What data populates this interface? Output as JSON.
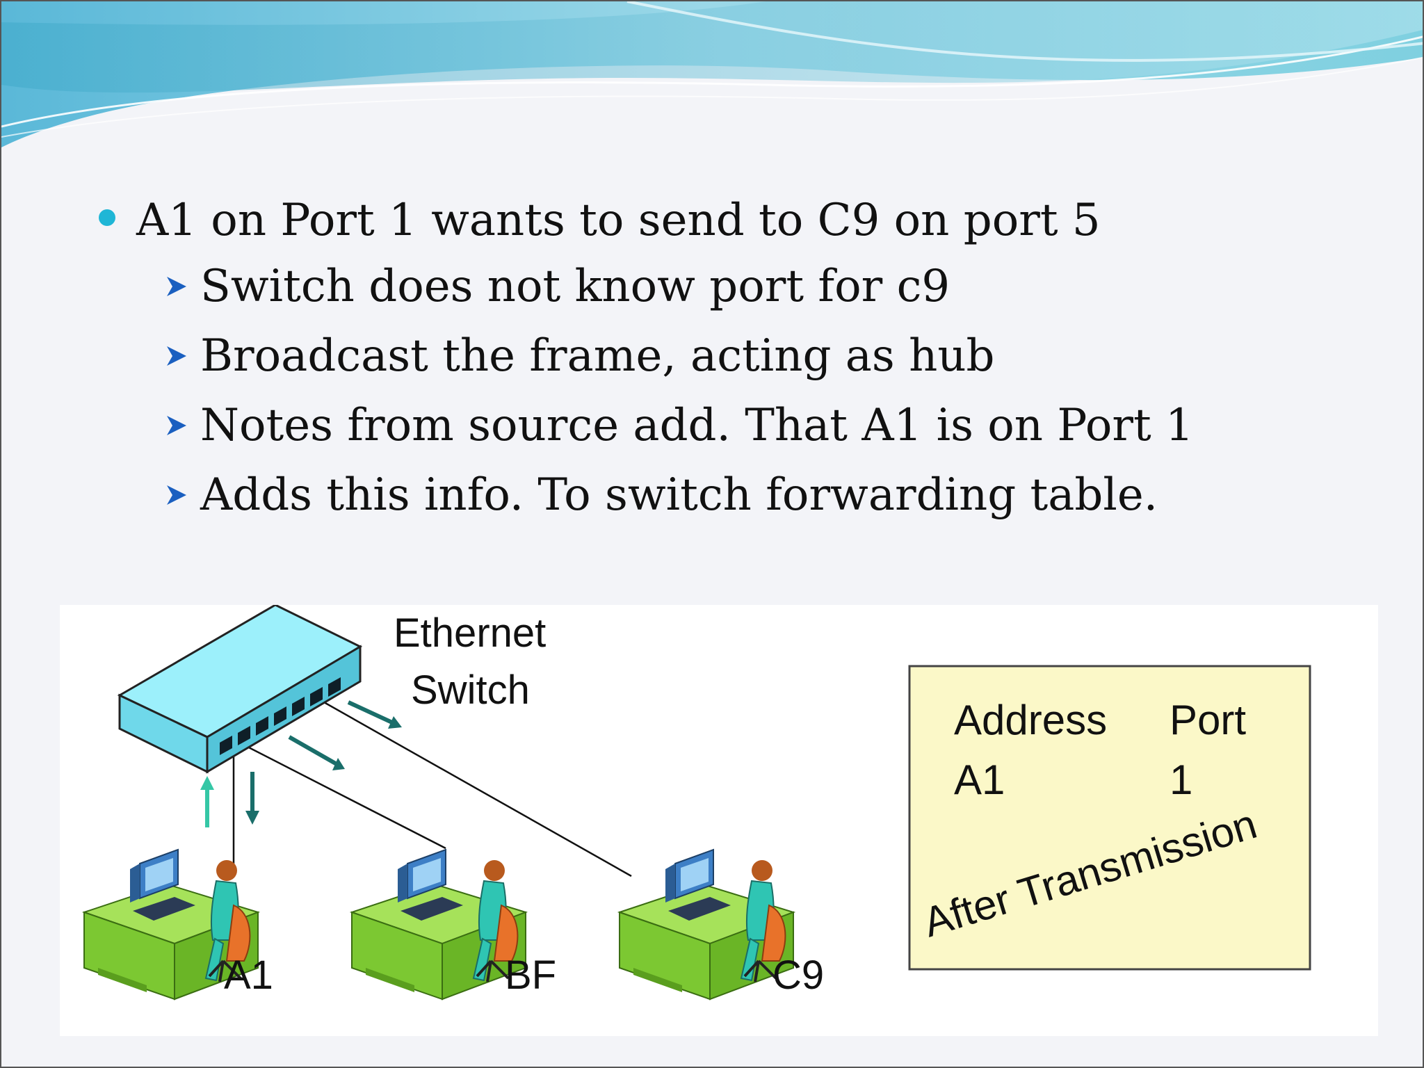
{
  "bullet": "A1 on Port 1 wants to send to C9 on port 5",
  "sub_bullets": [
    "Switch does not know port for c9",
    "Broadcast the frame, acting as hub",
    "Notes from source add. That A1 is on Port 1",
    "Adds this info. To switch forwarding table."
  ],
  "diagram": {
    "switch_label_line1": "Ethernet",
    "switch_label_line2": "Switch",
    "hosts": [
      "A1",
      "BF",
      "C9"
    ],
    "table": {
      "col_address": "Address",
      "col_port": "Port",
      "row_address": "A1",
      "row_port": "1",
      "caption": "After Transmission"
    }
  },
  "colors": {
    "bullet_dot": "#1fb6d6",
    "arrow_blue": "#1a5fc0",
    "switch_cyan": "#7be8f5",
    "desk_green": "#8ed43a",
    "table_fill": "#fbf8c8",
    "traffic_arrow": "#1a6e6a"
  }
}
